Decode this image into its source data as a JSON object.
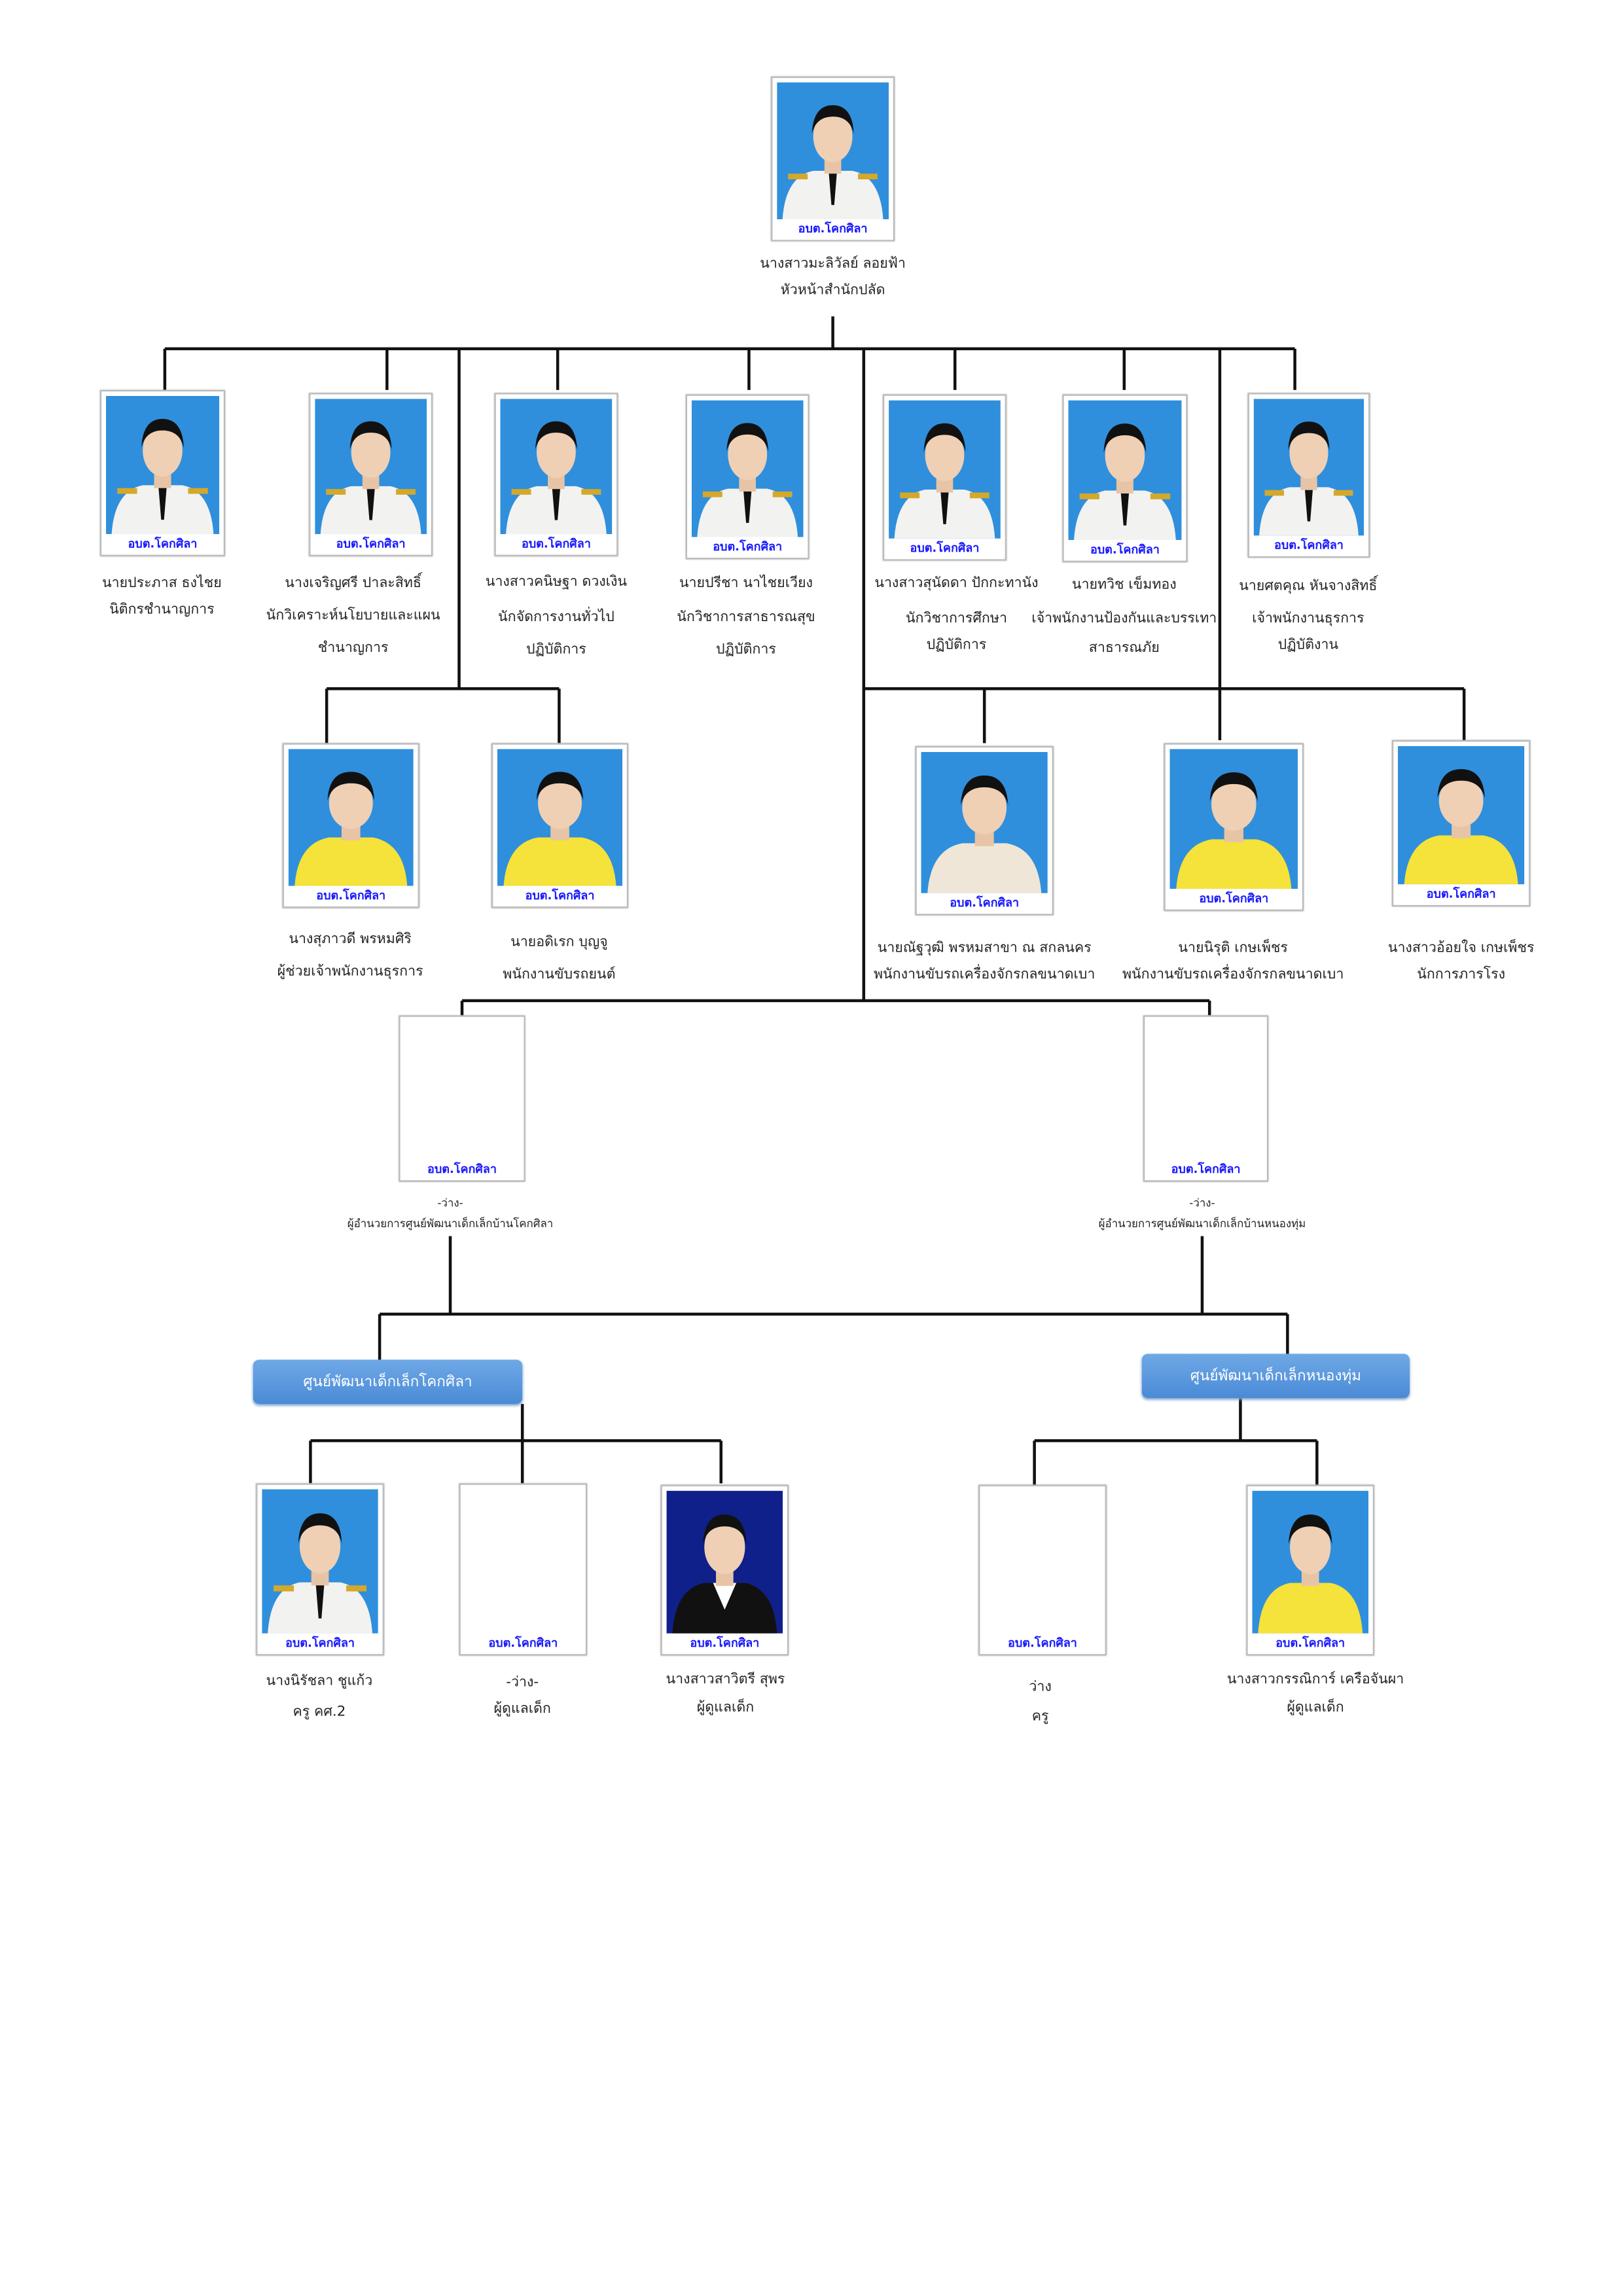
{
  "org_label": "อบต.โคกศิลา",
  "head": {
    "name": "นางสาวมะลิวัลย์  ลอยฟ้า",
    "position": [
      "หัวหน้าสำนักปลัด"
    ]
  },
  "row1": [
    {
      "name": "นายประภาส  ธงไชย",
      "position": [
        "นิติกรชำนาญการ"
      ]
    },
    {
      "name": "นางเจริญศรี ปาละสิทธิ์",
      "position": [
        "นักวิเคราะห์นโยบายและแผน",
        "ชำนาญการ"
      ]
    },
    {
      "name": "นางสาวคนิษฐา ดวงเงิน",
      "position": [
        "นักจัดการงานทั่วไป",
        "ปฏิบัติการ"
      ]
    },
    {
      "name": "นายปรีชา นาไชยเวียง",
      "position": [
        "นักวิชาการสาธารณสุข",
        "ปฏิบัติการ"
      ]
    },
    {
      "name": "นางสาวสุนัดดา ปักกะทานัง",
      "position": [
        "นักวิชาการศึกษา",
        "ปฏิบัติการ"
      ]
    },
    {
      "name": "นายทวิช  เข็มทอง",
      "position": [
        "เจ้าพนักงานป้องกันและบรรเทา",
        "สาธารณภัย"
      ]
    },
    {
      "name": "นายศตคุณ  หันจางสิทธิ์",
      "position": [
        "เจ้าพนักงานธุรการ",
        "ปฏิบัติงาน"
      ]
    }
  ],
  "row2": [
    {
      "name": "นางสุภาวดี  พรหมศิริ",
      "position": [
        "ผู้ช่วยเจ้าพนักงานธุรการ"
      ]
    },
    {
      "name": "นายอดิเรก  บุญจู",
      "position": [
        "พนักงานขับรถยนต์"
      ]
    },
    {
      "name": "นายณัฐวุฒิ พรหมสาขา ณ สกลนคร",
      "position": [
        "พนักงานขับรถเครื่องจักรกลขนาดเบา"
      ]
    },
    {
      "name": "นายนิรุติ เกษเพ็ชร",
      "position": [
        "พนักงานขับรถเครื่องจักรกลขนาดเบา"
      ]
    },
    {
      "name": "นางสาวอ้อยใจ เกษเพ็ชร",
      "position": [
        "นักการภารโรง"
      ]
    }
  ],
  "directors": [
    {
      "name": "-ว่าง-",
      "position": [
        "ผู้อำนวยการศูนย์พัฒนาเด็กเล็กบ้านโคกศิลา"
      ]
    },
    {
      "name": "-ว่าง-",
      "position": [
        "ผู้อำนวยการศูนย์พัฒนาเด็กเล็กบ้านหนองทุ่ม"
      ]
    }
  ],
  "units": [
    "ศูนย์พัฒนาเด็กเล็กโคกศิลา",
    "ศูนย์พัฒนาเด็กเล็กหนองทุ่ม"
  ],
  "row4": [
    {
      "name": "นางนิรัชลา ชูแก้ว",
      "position": [
        "ครู คศ.2"
      ]
    },
    {
      "name": "-ว่าง-",
      "position": [
        "ผู้ดูแลเด็ก"
      ]
    },
    {
      "name": "นางสาวสาวิตรี สุพร",
      "position": [
        "ผู้ดูแลเด็ก"
      ]
    },
    {
      "name": "ว่าง",
      "position": [
        "ครู"
      ]
    },
    {
      "name": "นางสาวกรรณิการ์ เครือจันผา",
      "position": [
        "ผู้ดูแลเด็ก"
      ]
    }
  ],
  "colors": {
    "photo_bg": "#2f8fdc",
    "org_label": "#1a1aff",
    "unit_box": "#5b9be0",
    "white_uniform": "#f2f2f0",
    "yellow_shirt": "#f5e23a"
  }
}
